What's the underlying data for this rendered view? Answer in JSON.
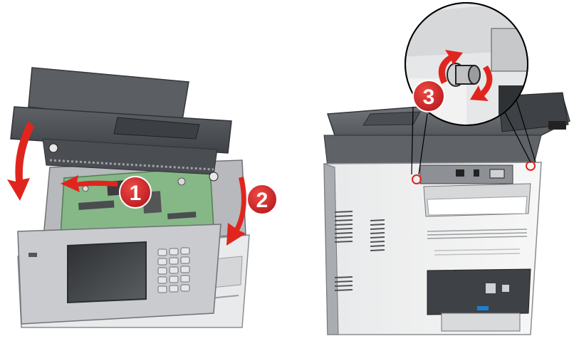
{
  "steps": [
    {
      "number": "1",
      "color": "#d7262b"
    },
    {
      "number": "2",
      "color": "#d7262b"
    },
    {
      "number": "3",
      "color": "#d7262b"
    }
  ],
  "colors": {
    "arrow_red": "#e0251f",
    "printer_gray": "#6f7276",
    "printer_light": "#c9cbce",
    "board_green": "#86b887",
    "highlight_blue": "#1c7fd1"
  },
  "icons": [
    "printer-open-icon",
    "printer-rear-icon",
    "rotate-arrow-icon",
    "thumbscrew-icon"
  ]
}
